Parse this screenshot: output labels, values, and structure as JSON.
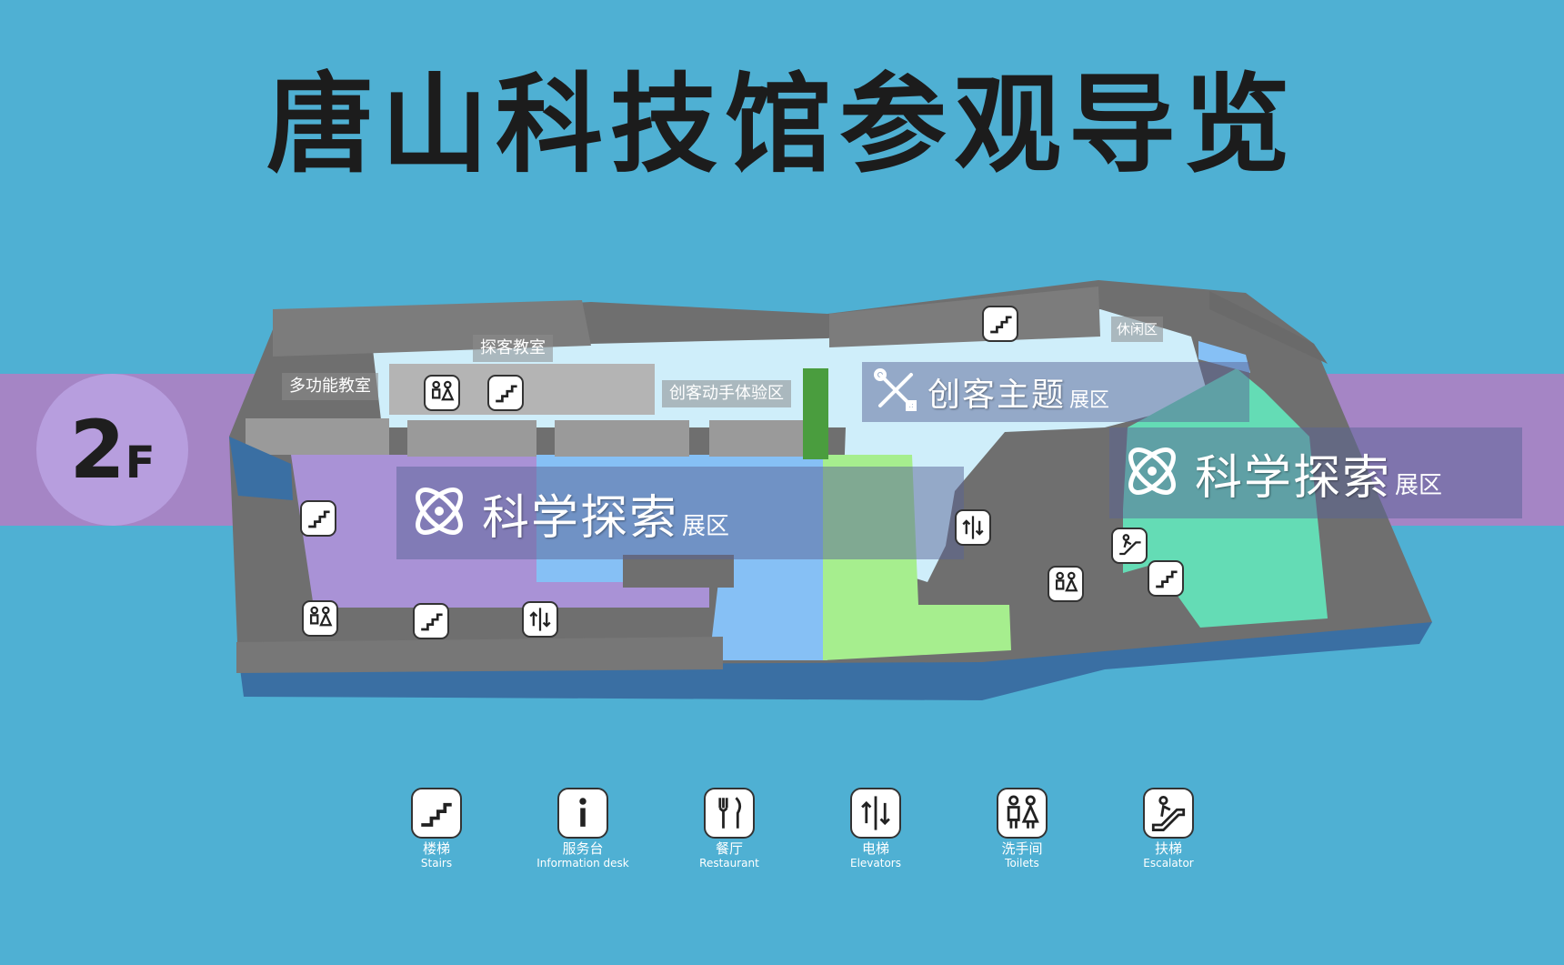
{
  "title": "唐山科技馆参观导览",
  "floor": {
    "number": "2",
    "suffix": "F"
  },
  "rooms": [
    {
      "label": "探客教室"
    },
    {
      "label": "多功能教室"
    },
    {
      "label": "创客动手体验区"
    },
    {
      "label": "休闲区"
    }
  ],
  "zones": [
    {
      "name": "科学探索",
      "suffix": "展区",
      "icon": "atom-icon"
    },
    {
      "name": "创客主题",
      "suffix": "展区",
      "icon": "tools-icon"
    },
    {
      "name": "科学探索",
      "suffix": "展区",
      "icon": "atom-icon"
    }
  ],
  "legend": [
    {
      "cn": "楼梯",
      "en": "Stairs",
      "icon": "stairs-icon"
    },
    {
      "cn": "服务台",
      "en": "Information desk",
      "icon": "info-icon"
    },
    {
      "cn": "餐厅",
      "en": "Restaurant",
      "icon": "restaurant-icon"
    },
    {
      "cn": "电梯",
      "en": "Elevators",
      "icon": "elevator-icon"
    },
    {
      "cn": "洗手间",
      "en": "Toilets",
      "icon": "toilet-icon"
    },
    {
      "cn": "扶梯",
      "en": "Escalator",
      "icon": "escalator-icon"
    }
  ],
  "colors": {
    "background": "#4fb0d3",
    "band": "#a585c5",
    "zone_science": "#a992d6",
    "zone_maker": "#a6ee8e",
    "zone_science_right": "#64dcb5",
    "corridor": "#cfeefa",
    "walls": "#6f6f6f",
    "base": "#3a6fa3"
  }
}
